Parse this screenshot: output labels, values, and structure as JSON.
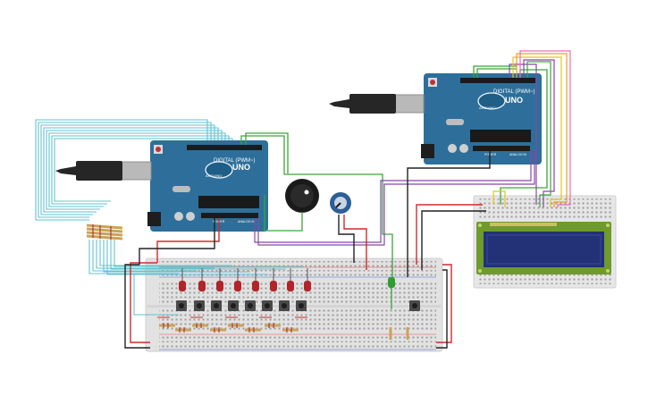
{
  "arduino_left": {
    "logo_text": "UNO",
    "brand_text": "ARDUINO",
    "digital_label": "DIGITAL (PWM~)",
    "power_label": "POWER",
    "analog_label": "ANALOG IN"
  },
  "arduino_right": {
    "logo_text": "UNO",
    "brand_text": "ARDUINO",
    "digital_label": "DIGITAL (PWM~)",
    "power_label": "POWER",
    "analog_label": "ANALOG IN"
  },
  "colors": {
    "arduino_board": "#2d6f9a",
    "breadboard": "#e3e3e3",
    "lcd_screen": "#27326e",
    "lcd_bezel": "#6f9a2c",
    "led_red": "#b3232a",
    "led_green": "#2f9c2f",
    "wire_cyan": "#5ec1d0",
    "wire_green": "#3aa63a",
    "wire_purple": "#8a45a8",
    "wire_red": "#d22a2a",
    "wire_black": "#222222",
    "wire_yellow": "#e4c418",
    "wire_orange": "#f39a22",
    "wire_pink": "#e86fb8"
  },
  "components": {
    "leds_red_count": 8,
    "pushbuttons_count": 9,
    "icons": [
      "usb-cable-icon",
      "buzzer-icon",
      "potentiometer-icon",
      "lcd-display-icon",
      "resistor-icon"
    ]
  }
}
